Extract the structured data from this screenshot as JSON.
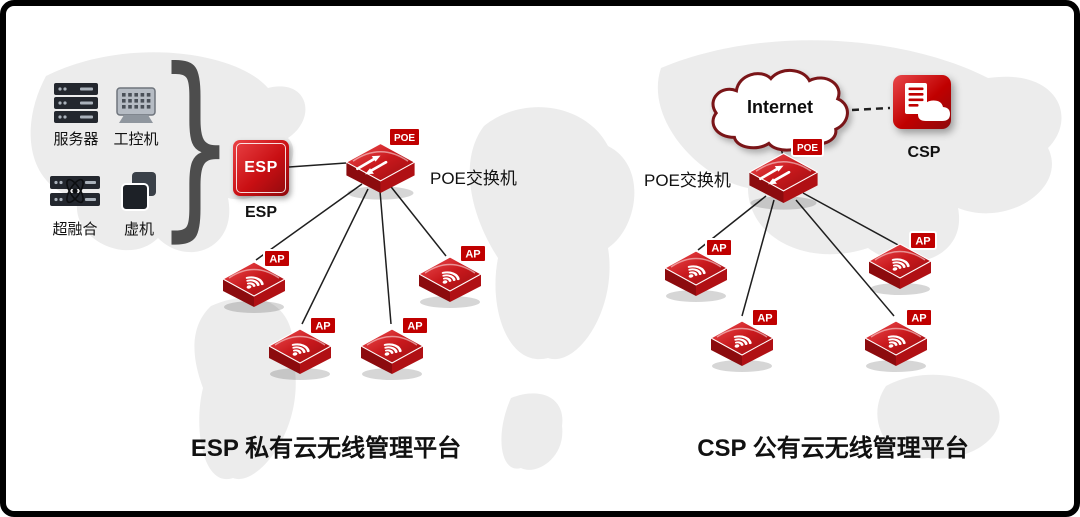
{
  "colors": {
    "brand_red": "#c00000",
    "line_black": "#1f1f1f",
    "map_gray": "#ececec"
  },
  "left": {
    "title": "ESP 私有云无线管理平台",
    "resources": [
      {
        "label": "服务器",
        "icon": "server-stack-icon"
      },
      {
        "label": "工控机",
        "icon": "industrial-pc-icon"
      },
      {
        "label": "超融合",
        "icon": "hyperconverged-icon"
      },
      {
        "label": "虚机",
        "icon": "virtual-machine-icon"
      }
    ],
    "brace_glyph": "}",
    "esp_box_label": "ESP",
    "esp_caption": "ESP",
    "switch_label": "POE交换机",
    "switch_badge": "POE",
    "ap_badge": "AP"
  },
  "right": {
    "title": "CSP 公有云无线管理平台",
    "internet_label": "Internet",
    "csp_caption": "CSP",
    "switch_label": "POE交换机",
    "switch_badge": "POE",
    "ap_badge": "AP"
  }
}
